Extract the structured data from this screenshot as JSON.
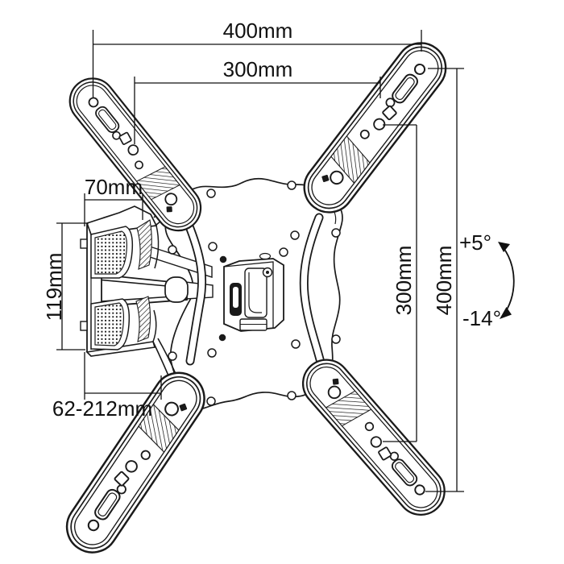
{
  "diagram": {
    "title": "Articulating TV wall mount — dimensional line drawing",
    "type": "technical-drawing",
    "colors": {
      "background": "#ffffff",
      "line": "#1a1a1a",
      "text": "#111111"
    },
    "labels": {
      "top_width": "400mm",
      "top_inner_width": "300mm",
      "wall_depth": "70mm",
      "wall_height": "119mm",
      "extension_range": "62-212mm",
      "right_inner_height": "300mm",
      "right_outer_height": "400mm",
      "tilt_up": "+5°",
      "tilt_down": "-14°"
    }
  }
}
